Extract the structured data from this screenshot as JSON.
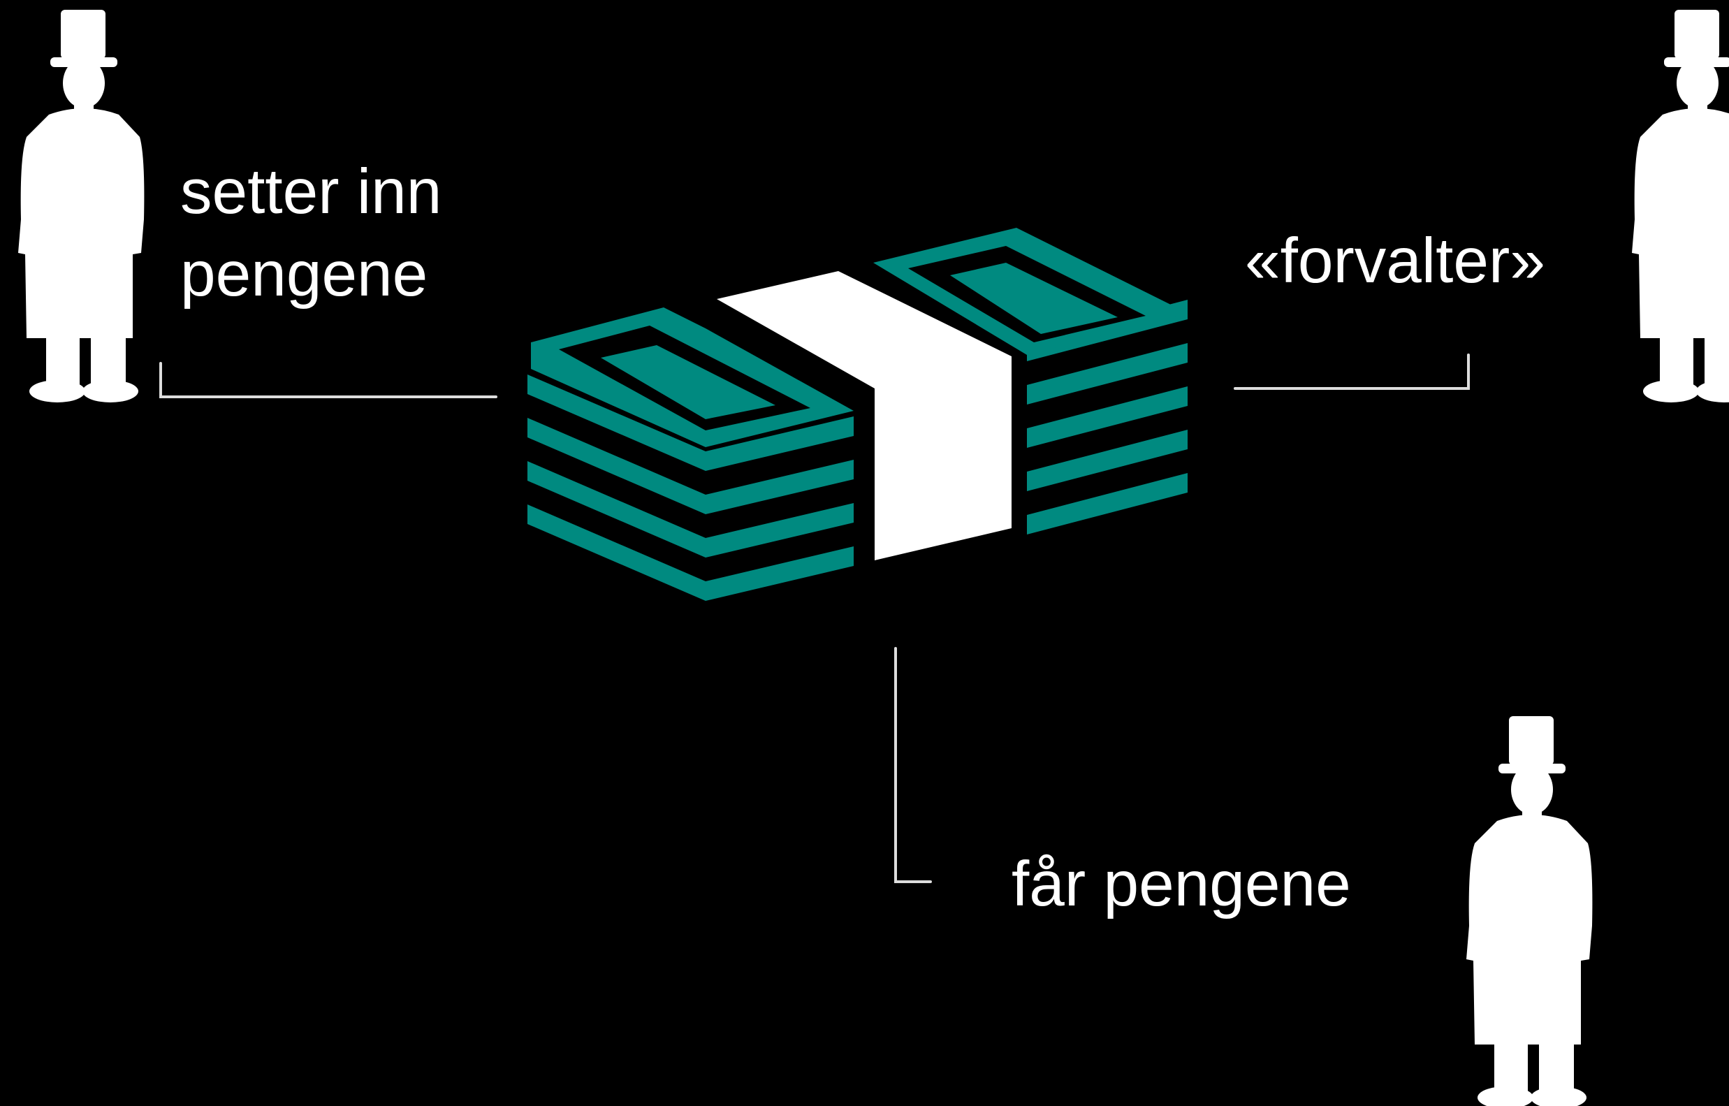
{
  "labels": {
    "deposit_line1": "setter inn",
    "deposit_line2": "pengene",
    "manage": "«forvalter»",
    "receive": "får pengene"
  },
  "icons": {
    "depositor": "man-in-top-hat-icon",
    "manager": "man-in-top-hat-icon",
    "recipient": "man-in-top-hat-icon",
    "money": "money-stack-icon"
  },
  "colors": {
    "background": "#000000",
    "foreground": "#ffffff",
    "money": "#008a80"
  }
}
